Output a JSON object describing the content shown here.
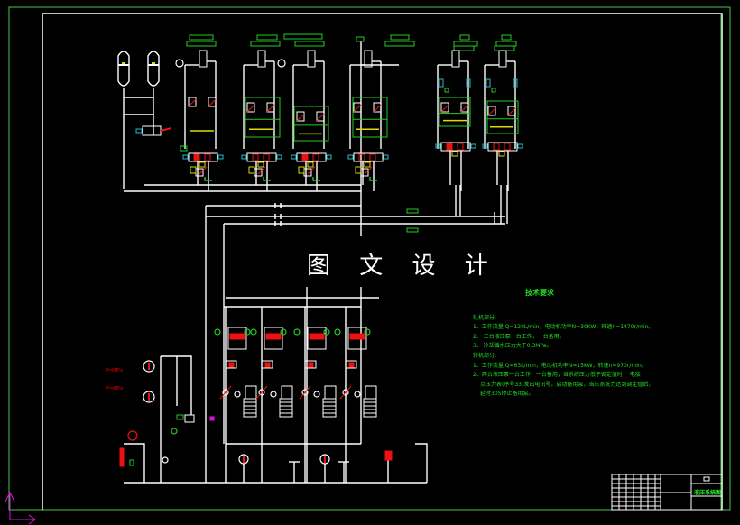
{
  "drawing": {
    "watermark": "图 文 设 计",
    "colors": {
      "background": "#000000",
      "frame_outer": "#4cc44c",
      "frame_inner": "#ffffff",
      "pipe": "#ffffff",
      "component_box": "#22cc22",
      "valve_red": "#ee1111",
      "yellow": "#dddd00",
      "cyan": "#22bbcc",
      "magenta": "#dd11dd",
      "text_green": "#22dd22"
    },
    "pressure_labels": [
      "P=6MPa",
      "P=4MPa"
    ],
    "title_block": {
      "drawing_name": "液压系统图"
    }
  },
  "technical_requirements": {
    "title": "技术要求",
    "sections": [
      {
        "heading": "轧机部分:",
        "items": [
          "1、工作流量 Q=120L/min，电动机功率N=30KW，转速n=1470r/min。",
          "2、 二台液压泵一台工作，一台备用。",
          "3、 冷却循水压力大于0.3MPa。"
        ]
      },
      {
        "heading": "转机部分:",
        "items": [
          "1、工作流量 Q=63L/min，电动机功率N=15KW，转速n=970r/min。",
          "2、两台液压泵一台工作，一台备用，当系统压力低于调定值时， 电接",
          "点压力表(序号33)发出电讯号，启动备用泵，当压系统力达到调定值后，",
          "延时30S停止备用泵。"
        ]
      }
    ]
  }
}
